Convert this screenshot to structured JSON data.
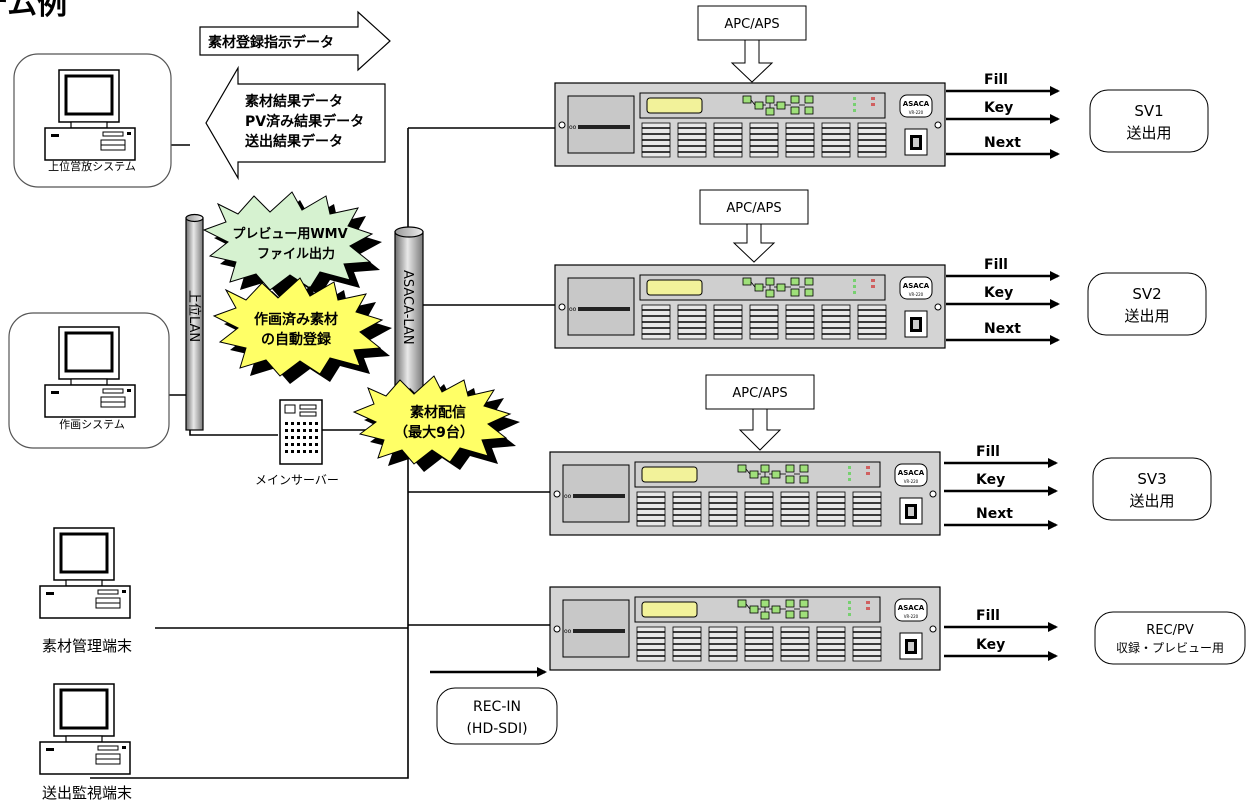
{
  "title_fragment": "テム例",
  "lan": {
    "upper": "上位LAN",
    "asaca": "ASACA-LAN"
  },
  "arrows": {
    "instruction": "素材登録指示データ",
    "results": [
      "素材結果データ",
      "PV済み結果データ",
      "送出結果データ"
    ]
  },
  "systems": {
    "business": "上位営放システム",
    "drawing": "作画システム",
    "server": "メインサーバー",
    "material_terminal": "素材管理端末",
    "monitor_terminal": "送出監視端末"
  },
  "bursts": {
    "preview": [
      "プレビュー用WMV",
      "ファイル出力"
    ],
    "auto": [
      "作画済み素材",
      "の自動登録"
    ],
    "distribution": [
      "素材配信",
      "（最大9台）"
    ]
  },
  "device": {
    "brand": "ASACA",
    "model": "VR-220"
  },
  "apc_label": "APC/APS",
  "outputs": {
    "fill": "Fill",
    "key": "Key",
    "next": "Next"
  },
  "units": [
    {
      "id": "sv1",
      "name": "SV1",
      "desc": "送出用"
    },
    {
      "id": "sv2",
      "name": "SV2",
      "desc": "送出用"
    },
    {
      "id": "sv3",
      "name": "SV3",
      "desc": "送出用"
    },
    {
      "id": "recpv",
      "name": "REC/PV",
      "desc": "収録・プレビュー用"
    }
  ],
  "rec_in": [
    "REC-IN",
    "(HD-SDI)"
  ]
}
